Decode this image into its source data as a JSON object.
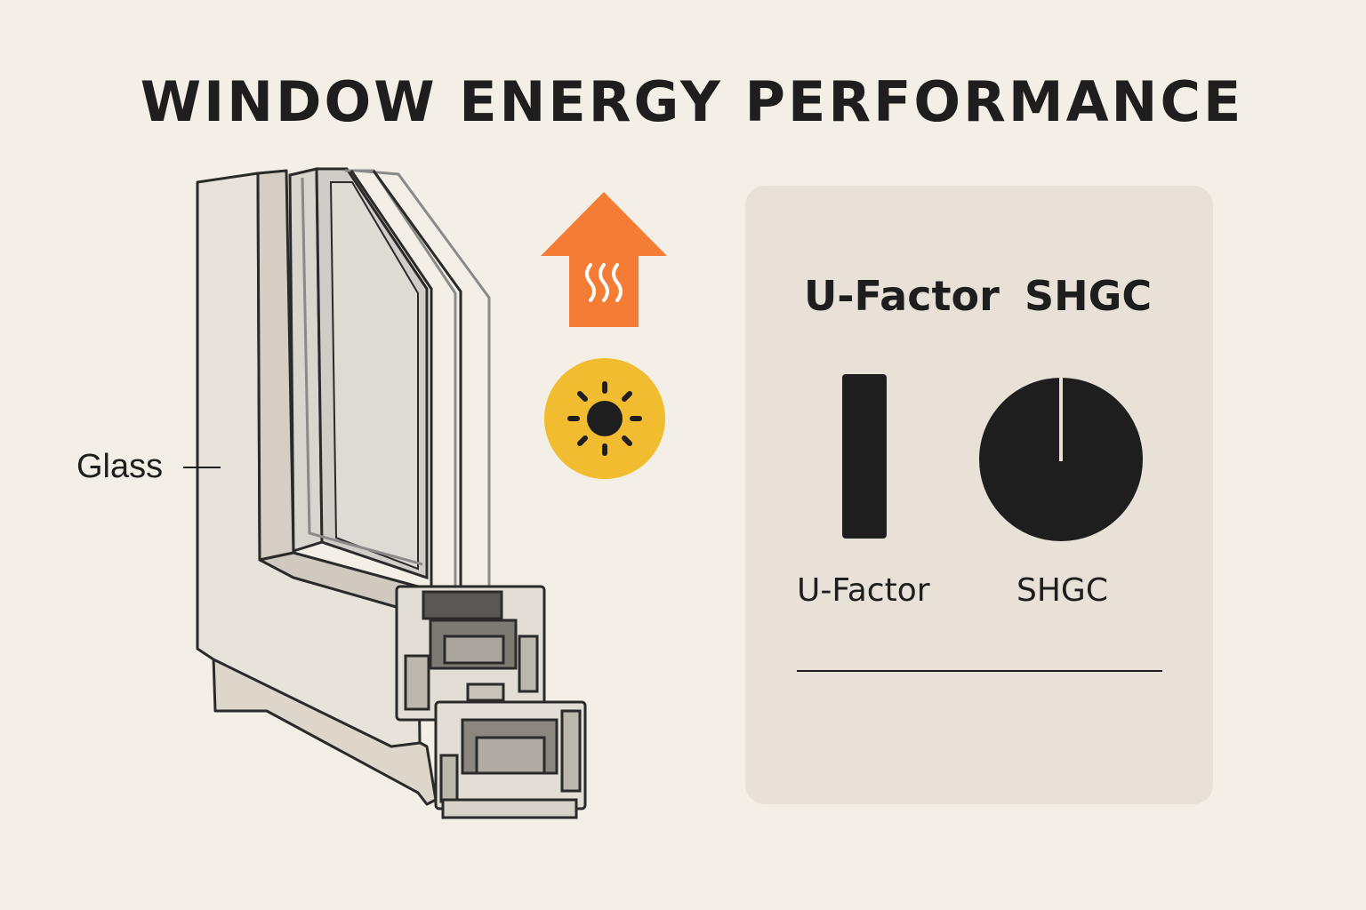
{
  "title": "WINDOW ENERGY PERFORMANCE",
  "window_diagram": {
    "callout_label": "Glass",
    "icons": [
      "window-frame-cross-section-icon",
      "heat-arrow-icon",
      "sun-icon"
    ]
  },
  "metrics_panel": {
    "header_ufactor": "U-Factor",
    "header_shgc": "SHGC",
    "label_ufactor": "U-Factor",
    "label_shgc": "SHGC"
  },
  "colors": {
    "background": "#f4efe6",
    "panel": "#e7e1d7",
    "ink": "#1e1e1e",
    "heat_orange": "#f47c35",
    "sun_yellow": "#f1bc2f"
  }
}
